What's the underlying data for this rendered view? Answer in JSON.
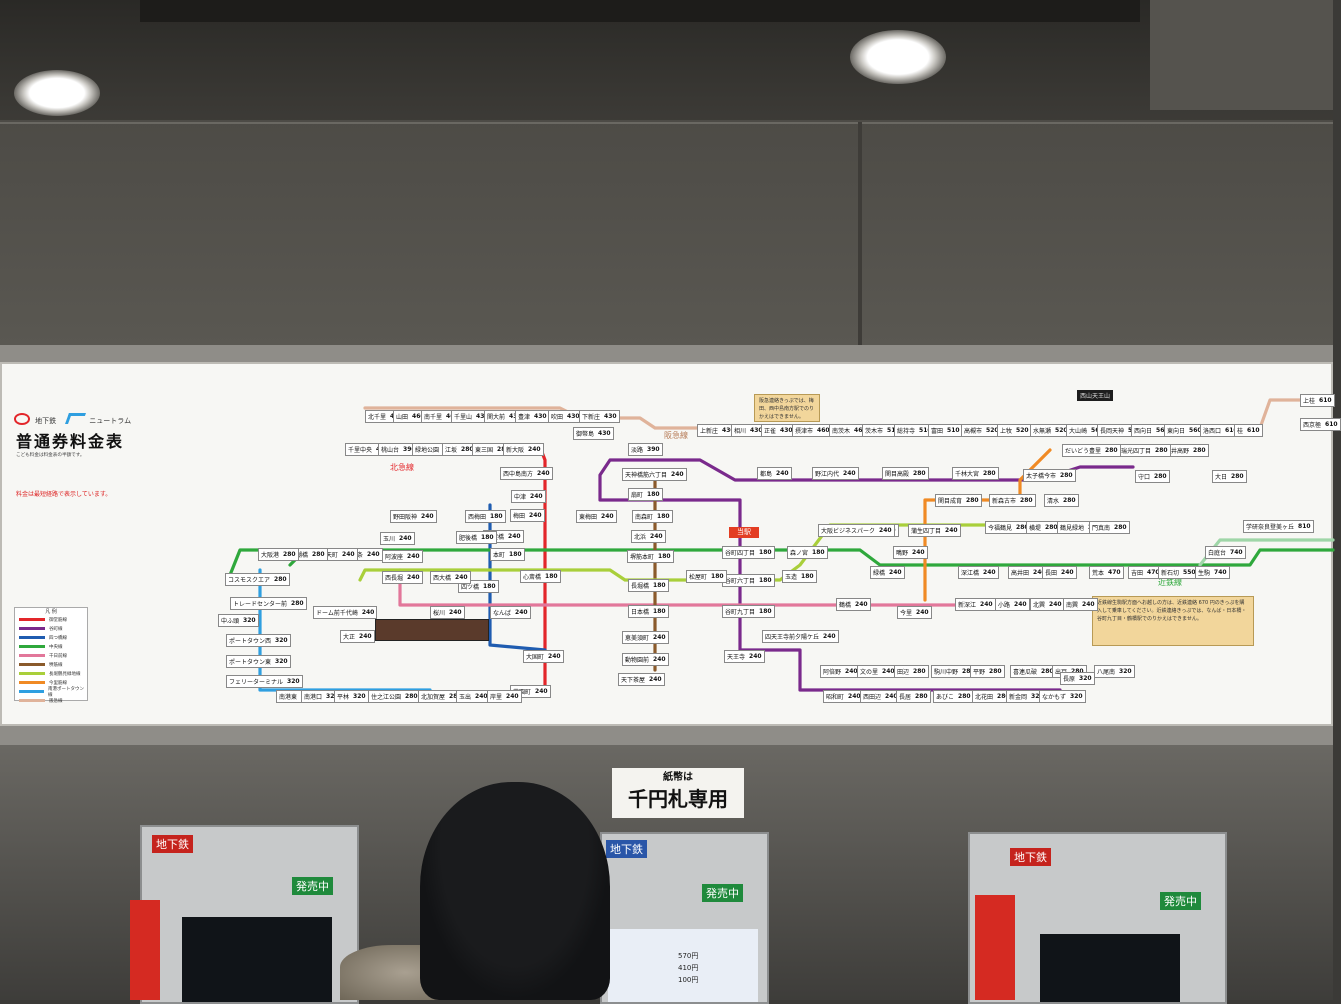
{
  "header": {
    "logo_subway": "地下鉄",
    "logo_newtram": "ニュートラム",
    "title": "普通券料金表",
    "note": "こども料金は料金表の半額です。",
    "note_red": "料金は最短経路で表示しています。",
    "legend_title": "凡 例",
    "here_label": "当駅"
  },
  "legend_lines": [
    {
      "name": "御堂筋線",
      "color": "#e3262a"
    },
    {
      "name": "谷町線",
      "color": "#7a2a8c"
    },
    {
      "name": "四つ橋線",
      "color": "#1f5cb0"
    },
    {
      "name": "中央線",
      "color": "#2fa83c"
    },
    {
      "name": "千日前線",
      "color": "#e2779a"
    },
    {
      "name": "堺筋線",
      "color": "#8a5a2b"
    },
    {
      "name": "長堀鶴見緑地線",
      "color": "#a9cf3a"
    },
    {
      "name": "今里筋線",
      "color": "#f08a24"
    },
    {
      "name": "南港ポートタウン線",
      "color": "#2f9fe0"
    },
    {
      "name": "阪急線",
      "color": "#e0b39a"
    }
  ],
  "line_labels": {
    "hankyu": "阪急線",
    "kitakyu": "北急線",
    "kintetsu": "近鉄線"
  },
  "stations": [
    {
      "id": "s1",
      "name": "北千里",
      "fare": "460"
    },
    {
      "id": "s2",
      "name": "山田",
      "fare": "460"
    },
    {
      "id": "s3",
      "name": "南千里",
      "fare": "460"
    },
    {
      "id": "s4",
      "name": "千里山",
      "fare": "430"
    },
    {
      "id": "s5",
      "name": "関大前",
      "fare": "430"
    },
    {
      "id": "s6",
      "name": "豊津",
      "fare": "430"
    },
    {
      "id": "s7",
      "name": "吹田",
      "fare": "430"
    },
    {
      "id": "s8",
      "name": "下新庄",
      "fare": "430"
    },
    {
      "id": "s9",
      "name": "千里中央",
      "fare": "400"
    },
    {
      "id": "s10",
      "name": "桃山台",
      "fare": "390"
    },
    {
      "id": "s11",
      "name": "緑地公園",
      "fare": "370"
    },
    {
      "id": "s12",
      "name": "江坂",
      "fare": "280"
    },
    {
      "id": "s13",
      "name": "東三国",
      "fare": "280"
    },
    {
      "id": "s14",
      "name": "新大阪",
      "fare": "240"
    },
    {
      "id": "s15",
      "name": "淡路",
      "fare": "390"
    },
    {
      "id": "s16",
      "name": "御幣島",
      "fare": "430"
    },
    {
      "id": "s17",
      "name": "上新庄",
      "fare": "430"
    },
    {
      "id": "s18",
      "name": "相川",
      "fare": "430"
    },
    {
      "id": "s19",
      "name": "正雀",
      "fare": "430"
    },
    {
      "id": "s20",
      "name": "摂津市",
      "fare": "460"
    },
    {
      "id": "s21",
      "name": "南茨木",
      "fare": "460"
    },
    {
      "id": "s22",
      "name": "茨木市",
      "fare": "510"
    },
    {
      "id": "s23",
      "name": "総持寺",
      "fare": "510"
    },
    {
      "id": "s24",
      "name": "富田",
      "fare": "510"
    },
    {
      "id": "s25",
      "name": "高槻市",
      "fare": "520"
    },
    {
      "id": "s26",
      "name": "上牧",
      "fare": "520"
    },
    {
      "id": "s27",
      "name": "水無瀬",
      "fare": "520"
    },
    {
      "id": "s28",
      "name": "大山崎",
      "fare": "560"
    },
    {
      "id": "s29",
      "name": "長岡天神",
      "fare": "560"
    },
    {
      "id": "s30",
      "name": "西向日",
      "fare": "560"
    },
    {
      "id": "s31",
      "name": "東向日",
      "fare": "560"
    },
    {
      "id": "s32",
      "name": "洛西口",
      "fare": "610"
    },
    {
      "id": "s33",
      "name": "桂",
      "fare": "610"
    },
    {
      "id": "s34",
      "name": "西京極",
      "fare": "610"
    },
    {
      "id": "s35",
      "name": "上桂",
      "fare": "610"
    },
    {
      "id": "s36",
      "name": "西中島南方",
      "fare": "240"
    },
    {
      "id": "s37",
      "name": "中津",
      "fare": "240"
    },
    {
      "id": "s38",
      "name": "梅田",
      "fare": "240"
    },
    {
      "id": "s39",
      "name": "淀屋橋",
      "fare": "240"
    },
    {
      "id": "s40",
      "name": "本町",
      "fare": "180"
    },
    {
      "id": "s41",
      "name": "心斎橋",
      "fare": "180"
    },
    {
      "id": "s42",
      "name": "なんば",
      "fare": "240"
    },
    {
      "id": "s43",
      "name": "大国町",
      "fare": "240"
    },
    {
      "id": "s44",
      "name": "天王寺",
      "fare": "240"
    },
    {
      "id": "s45",
      "name": "西梅田",
      "fare": "180"
    },
    {
      "id": "s46",
      "name": "肥後橋",
      "fare": "180"
    },
    {
      "id": "s47",
      "name": "四ツ橋",
      "fare": "180"
    },
    {
      "id": "s48",
      "name": "花園町",
      "fare": "240"
    },
    {
      "id": "s49",
      "name": "東梅田",
      "fare": "240"
    },
    {
      "id": "s50",
      "name": "南森町",
      "fare": "180"
    },
    {
      "id": "s51",
      "name": "天神橋筋六丁目",
      "fare": "240"
    },
    {
      "id": "s52",
      "name": "扇町",
      "fare": "180"
    },
    {
      "id": "s53",
      "name": "北浜",
      "fare": "240"
    },
    {
      "id": "s54",
      "name": "堺筋本町",
      "fare": "180"
    },
    {
      "id": "s55",
      "name": "長堀橋",
      "fare": "180"
    },
    {
      "id": "s56",
      "name": "日本橋",
      "fare": "180"
    },
    {
      "id": "s57",
      "name": "恵美須町",
      "fare": "240"
    },
    {
      "id": "s58",
      "name": "動物園前",
      "fare": "240"
    },
    {
      "id": "s59",
      "name": "天下茶屋",
      "fare": "240"
    },
    {
      "id": "s60",
      "name": "谷町四丁目",
      "fare": "180"
    },
    {
      "id": "s61",
      "name": "谷町六丁目",
      "fare": "180"
    },
    {
      "id": "s62",
      "name": "谷町九丁目",
      "fare": "180"
    },
    {
      "id": "s63",
      "name": "四天王寺前夕陽ケ丘",
      "fare": "240"
    },
    {
      "id": "s64",
      "name": "森ノ宮",
      "fare": "180"
    },
    {
      "id": "s65",
      "name": "緑橋",
      "fare": "240"
    },
    {
      "id": "s66",
      "name": "深江橋",
      "fare": "240"
    },
    {
      "id": "s67",
      "name": "高井田",
      "fare": "240"
    },
    {
      "id": "s68",
      "name": "長田",
      "fare": "240"
    },
    {
      "id": "s69",
      "name": "荒本",
      "fare": "470"
    },
    {
      "id": "s70",
      "name": "吉田",
      "fare": "470"
    },
    {
      "id": "s71",
      "name": "新石切",
      "fare": "550"
    },
    {
      "id": "s72",
      "name": "生駒",
      "fare": "740"
    },
    {
      "id": "s73",
      "name": "白庭台",
      "fare": "740"
    },
    {
      "id": "s74",
      "name": "学研奈良登美ヶ丘",
      "fare": "810"
    },
    {
      "id": "s75",
      "name": "今里",
      "fare": "240"
    },
    {
      "id": "s76",
      "name": "新深江",
      "fare": "240"
    },
    {
      "id": "s77",
      "name": "小路",
      "fare": "240"
    },
    {
      "id": "s78",
      "name": "北巽",
      "fare": "240"
    },
    {
      "id": "s79",
      "name": "南巽",
      "fare": "240"
    },
    {
      "id": "s80",
      "name": "鶴橋",
      "fare": "240"
    },
    {
      "id": "s81",
      "name": "玉造",
      "fare": "180"
    },
    {
      "id": "s82",
      "name": "松屋町",
      "fare": "180"
    },
    {
      "id": "s83",
      "name": "都島",
      "fare": "240"
    },
    {
      "id": "s84",
      "name": "野江内代",
      "fare": "240"
    },
    {
      "id": "s85",
      "name": "関目高殿",
      "fare": "280"
    },
    {
      "id": "s86",
      "name": "千林大宮",
      "fare": "280"
    },
    {
      "id": "s87",
      "name": "太子橋今市",
      "fare": "280"
    },
    {
      "id": "s88",
      "name": "守口",
      "fare": "280"
    },
    {
      "id": "s89",
      "name": "大日",
      "fare": "280"
    },
    {
      "id": "s90",
      "name": "井高野",
      "fare": "280"
    },
    {
      "id": "s91",
      "name": "瑞光四丁目",
      "fare": "280"
    },
    {
      "id": "s92",
      "name": "だいどう豊里",
      "fare": "280"
    },
    {
      "id": "s93",
      "name": "関目成育",
      "fare": "280"
    },
    {
      "id": "s94",
      "name": "新森古市",
      "fare": "280"
    },
    {
      "id": "s95",
      "name": "清水",
      "fare": "280"
    },
    {
      "id": "s96",
      "name": "今福鶴見",
      "fare": "280"
    },
    {
      "id": "s97",
      "name": "横堤",
      "fare": "280"
    },
    {
      "id": "s98",
      "name": "鶴見緑地",
      "fare": "280"
    },
    {
      "id": "s99",
      "name": "門真南",
      "fare": "280"
    },
    {
      "id": "s100",
      "name": "蒲生四丁目",
      "fare": "240"
    },
    {
      "id": "s101",
      "name": "京橋",
      "fare": "240"
    },
    {
      "id": "s102",
      "name": "大阪ビジネスパーク",
      "fare": "240"
    },
    {
      "id": "s103",
      "name": "鴫野",
      "fare": "240"
    },
    {
      "id": "s104",
      "name": "阿倍野",
      "fare": "240"
    },
    {
      "id": "s105",
      "name": "文の里",
      "fare": "240"
    },
    {
      "id": "s106",
      "name": "田辺",
      "fare": "280"
    },
    {
      "id": "s107",
      "name": "駒川中野",
      "fare": "280"
    },
    {
      "id": "s108",
      "name": "平野",
      "fare": "280"
    },
    {
      "id": "s109",
      "name": "喜連瓜破",
      "fare": "280"
    },
    {
      "id": "s110",
      "name": "出戸",
      "fare": "280"
    },
    {
      "id": "s111",
      "name": "長原",
      "fare": "320"
    },
    {
      "id": "s112",
      "name": "八尾南",
      "fare": "320"
    },
    {
      "id": "s113",
      "name": "昭和町",
      "fare": "240"
    },
    {
      "id": "s114",
      "name": "西田辺",
      "fare": "240"
    },
    {
      "id": "s115",
      "name": "長居",
      "fare": "280"
    },
    {
      "id": "s116",
      "name": "あびこ",
      "fare": "280"
    },
    {
      "id": "s117",
      "name": "北花田",
      "fare": "280"
    },
    {
      "id": "s118",
      "name": "新金岡",
      "fare": "320"
    },
    {
      "id": "s119",
      "name": "なかもず",
      "fare": "320"
    },
    {
      "id": "s120",
      "name": "野田阪神",
      "fare": "240"
    },
    {
      "id": "s121",
      "name": "玉川",
      "fare": "240"
    },
    {
      "id": "s122",
      "name": "阿波座",
      "fare": "240"
    },
    {
      "id": "s123",
      "name": "西長堀",
      "fare": "240"
    },
    {
      "id": "s124",
      "name": "西大橋",
      "fare": "240"
    },
    {
      "id": "s125",
      "name": "桜川",
      "fare": "240"
    },
    {
      "id": "s126",
      "name": "ドーム前千代崎",
      "fare": "240"
    },
    {
      "id": "s127",
      "name": "大正",
      "fare": "240"
    },
    {
      "id": "s128",
      "name": "九条",
      "fare": "240"
    },
    {
      "id": "s129",
      "name": "弁天町",
      "fare": "240"
    },
    {
      "id": "s130",
      "name": "朝潮橋",
      "fare": "280"
    },
    {
      "id": "s131",
      "name": "大阪港",
      "fare": "280"
    },
    {
      "id": "s132",
      "name": "コスモスクエア",
      "fare": "280"
    },
    {
      "id": "s133",
      "name": "トレードセンター前",
      "fare": "280"
    },
    {
      "id": "s134",
      "name": "中ふ頭",
      "fare": "320"
    },
    {
      "id": "s135",
      "name": "ポートタウン西",
      "fare": "320"
    },
    {
      "id": "s136",
      "name": "ポートタウン東",
      "fare": "320"
    },
    {
      "id": "s137",
      "name": "フェリーターミナル",
      "fare": "320"
    },
    {
      "id": "s138",
      "name": "南港東",
      "fare": "320"
    },
    {
      "id": "s139",
      "name": "南港口",
      "fare": "320"
    },
    {
      "id": "s140",
      "name": "平林",
      "fare": "320"
    },
    {
      "id": "s141",
      "name": "住之江公園",
      "fare": "280"
    },
    {
      "id": "s142",
      "name": "北加賀屋",
      "fare": "280"
    },
    {
      "id": "s143",
      "name": "玉出",
      "fare": "240"
    },
    {
      "id": "s144",
      "name": "岸里",
      "fare": "240"
    }
  ],
  "notices": {
    "hankyu": "阪急連絡きっぷでは、梅田、西中島南方駅でのりかえはできません。",
    "kintetsu": "近鉄線生駒駅方面へお越しの方は、近鉄連絡 670 円のきっぷを購入して乗車してください。近鉄連絡きっぷでは、なんば・日本橋・谷町九丁目・鶴橋駅でのりかえはできません。"
  },
  "dark_label": "西山天王山",
  "lower_area": {
    "sign_main": "紙幣は",
    "sign_big": "千円札専用",
    "machine_left_title": "地下鉄",
    "machine_left_status": "発売中",
    "machine_center_title": "地下鉄",
    "machine_center_status": "発売中",
    "machine_right_title": "地下鉄",
    "machine_right_status": "発売中",
    "screen_row1": "570円",
    "screen_row2": "410円",
    "screen_row3": "100円"
  }
}
